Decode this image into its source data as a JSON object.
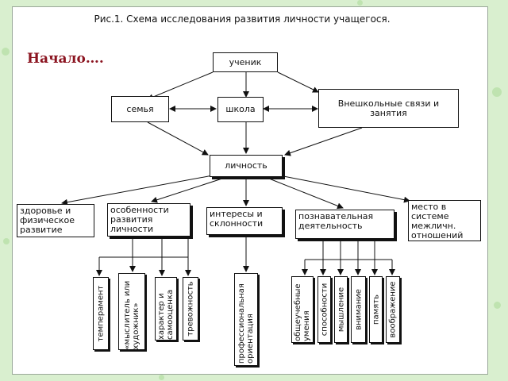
{
  "caption": "Рис.1. Схема исследования развития личности учащегося.",
  "start_label": "Начало….",
  "nodes": {
    "student": "ученик",
    "family": "семья",
    "school": "школа",
    "extracurricular": "Внешкольные связи и занятия",
    "personality": "личность",
    "health": "здоровье и физическое развитие",
    "features": "особенности развития личности",
    "interests": "интересы и склонности",
    "cognitive": "познавательная деятельность",
    "relations": "место в системе межличн. отношений"
  },
  "leaves": {
    "temperament": "темперамент",
    "thinker": "«мыслитель или художник»",
    "character": "характер и самооценка",
    "anxiety": "тревожность",
    "orientation": "профессиональная ориентация",
    "skills": "общеучебные умения",
    "abilities": "способности",
    "thinking": "мышление",
    "attention": "внимание",
    "memory": "память",
    "imagination": "воображение"
  },
  "colors": {
    "accent": "#8b1420",
    "background": "#d9efcf"
  }
}
